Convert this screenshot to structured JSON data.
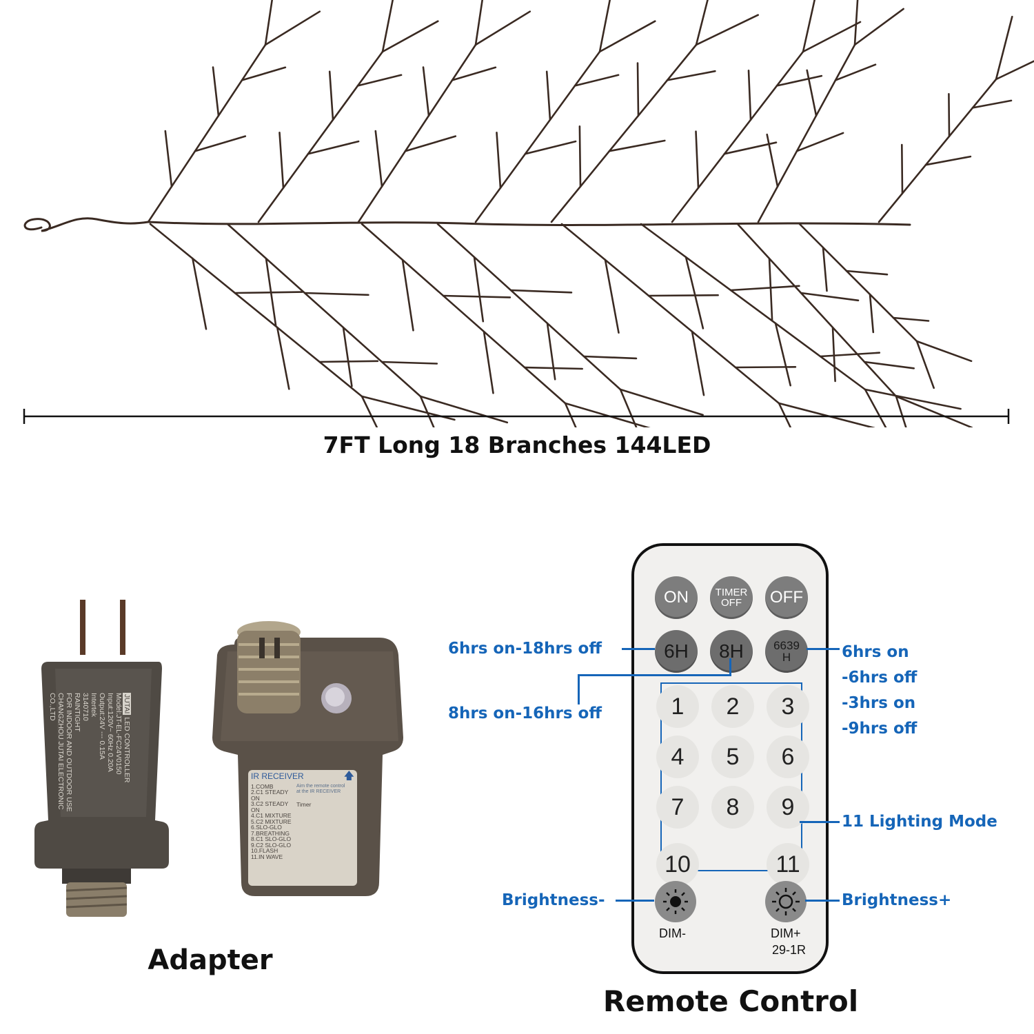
{
  "headline": "7FT Long 18 Branches 144LED",
  "captions": {
    "adapter": "Adapter",
    "remote": "Remote Control"
  },
  "remote": {
    "on": "ON",
    "timer_off_line1": "TIMER",
    "timer_off_line2": "OFF",
    "off": "OFF",
    "t6h": "6H",
    "t8h": "8H",
    "t6639_line1": "6639",
    "t6639_line2": "H",
    "numbers": [
      "1",
      "2",
      "3",
      "4",
      "5",
      "6",
      "7",
      "8",
      "9",
      "10",
      "11"
    ],
    "dim_minus": "DIM-",
    "dim_plus": "DIM+",
    "model": "29-1R"
  },
  "annotations": {
    "six_h": "6hrs on-18hrs off",
    "eight_h": "8hrs on-16hrs off",
    "h6639_line1": "6hrs on",
    "h6639_line2": "-6hrs off",
    "h6639_line3": "-3hrs on",
    "h6639_line4": "-9hrs off",
    "modes": "11 Lighting Mode",
    "brightness_minus": "Brightness-",
    "brightness_plus": "Brightness+"
  },
  "adapter_label": {
    "brand": "JUTAI",
    "title": "LED CONTROLLER",
    "model": "Model:JT-EL-FC24V0150",
    "input": "Input:120V~ 60Hz 0.20A",
    "output": "Output:24V --- 0.15A",
    "indoor": "FOR INDOOR AND OUTDOOR USE",
    "company": "CHANGZHOU JUTAI ELECTRONIC CO.,LTD",
    "cert_line1": "Intertek",
    "cert_line2": "3140710",
    "cert_line3": "RAINTIGHT"
  },
  "controller_label": {
    "ir": "IR RECEIVER",
    "modes": [
      "1.COMB",
      "2.C1 STEADY ON",
      "3.C2 STEADY ON",
      "4.C1 MIXTURE",
      "5.C2 MIXTURE",
      "6.SLO-GLO",
      "7.BREATHING",
      "8.C1 SLO-GLO",
      "9.C2 SLO-GLO",
      "10.FLASH",
      "11.IN WAVE"
    ],
    "aim_note": "Aim the remote control at the IR RECEIVER",
    "timer": "Timer"
  },
  "colors": {
    "annotation": "#1565b8",
    "branch": "#3a2a22",
    "remote_body": "#f1f0ee",
    "remote_button": "#7d7d7d"
  }
}
